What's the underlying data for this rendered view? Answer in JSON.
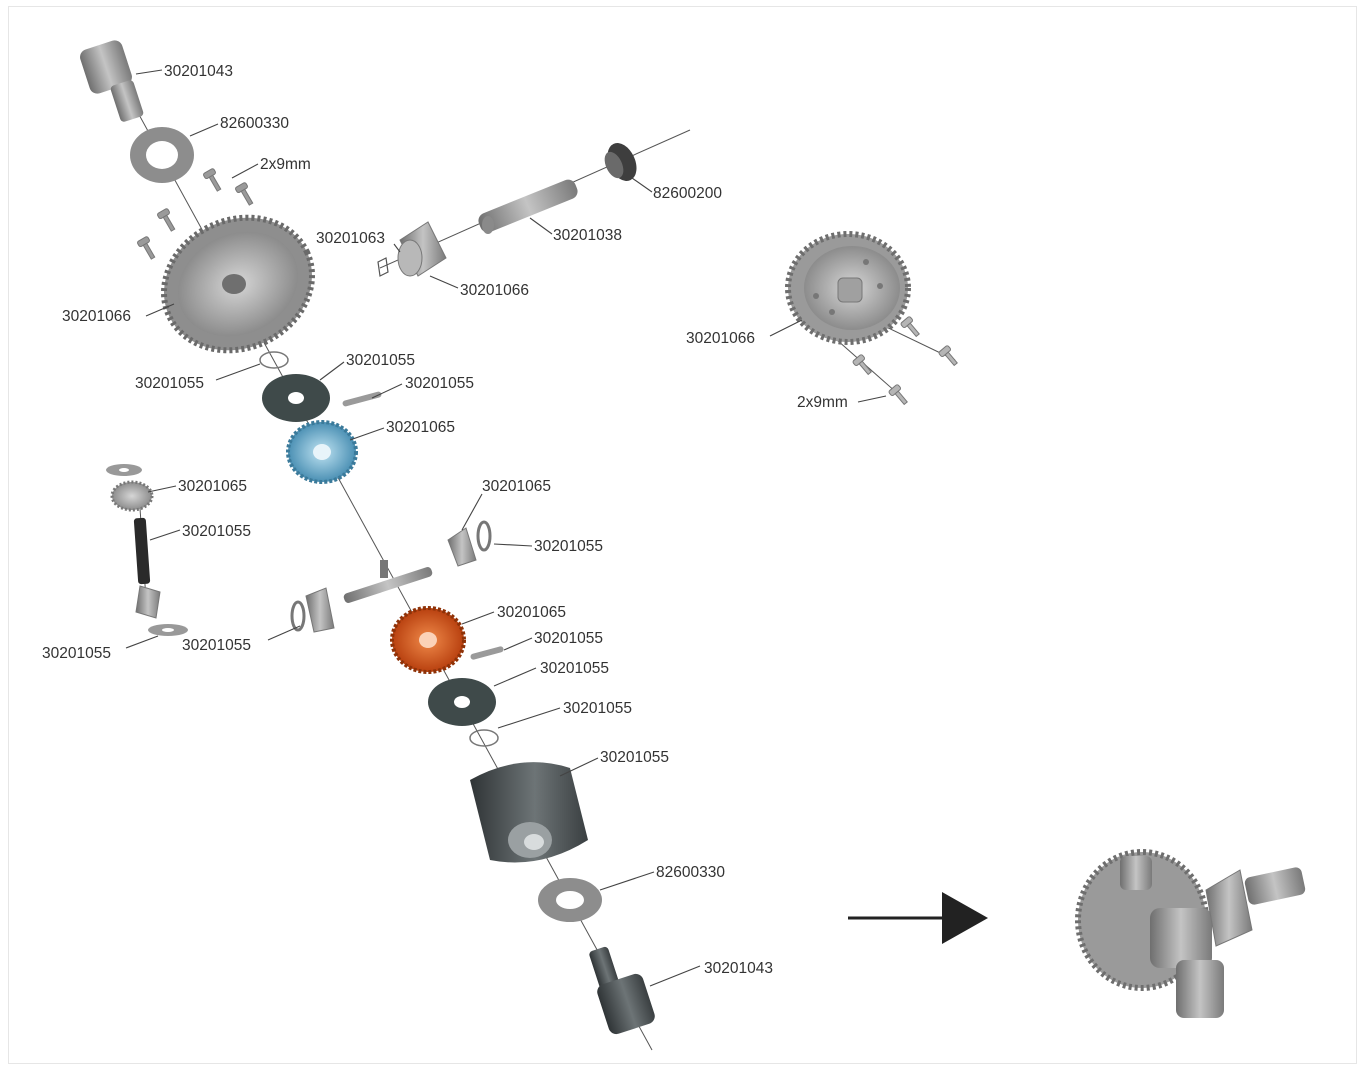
{
  "diagram": {
    "labels": {
      "l1": "30201043",
      "l2": "82600330",
      "l3": "2x9mm",
      "l4": "82600200",
      "l5": "30201038",
      "l6": "30201063",
      "l7": "30201066",
      "l8": "30201066",
      "l9": "30201066",
      "l10": "2x9mm",
      "l11": "30201055",
      "l12": "30201055",
      "l13": "30201055",
      "l14": "30201065",
      "l15": "30201065",
      "l16": "30201055",
      "l17": "30201065",
      "l18": "30201055",
      "l19": "30201055",
      "l20": "30201055",
      "l21": "30201065",
      "l22": "30201055",
      "l23": "30201055",
      "l24": "30201055",
      "l25": "30201055",
      "l26": "82600330",
      "l27": "30201043"
    },
    "colors": {
      "part_gray": "#9a9a9a",
      "part_dark": "#4a4f52",
      "washer": "#3f4a4a",
      "spider_blue": "#5ea6c8",
      "spider_orange": "#d3561e",
      "arrow": "#222222"
    }
  }
}
